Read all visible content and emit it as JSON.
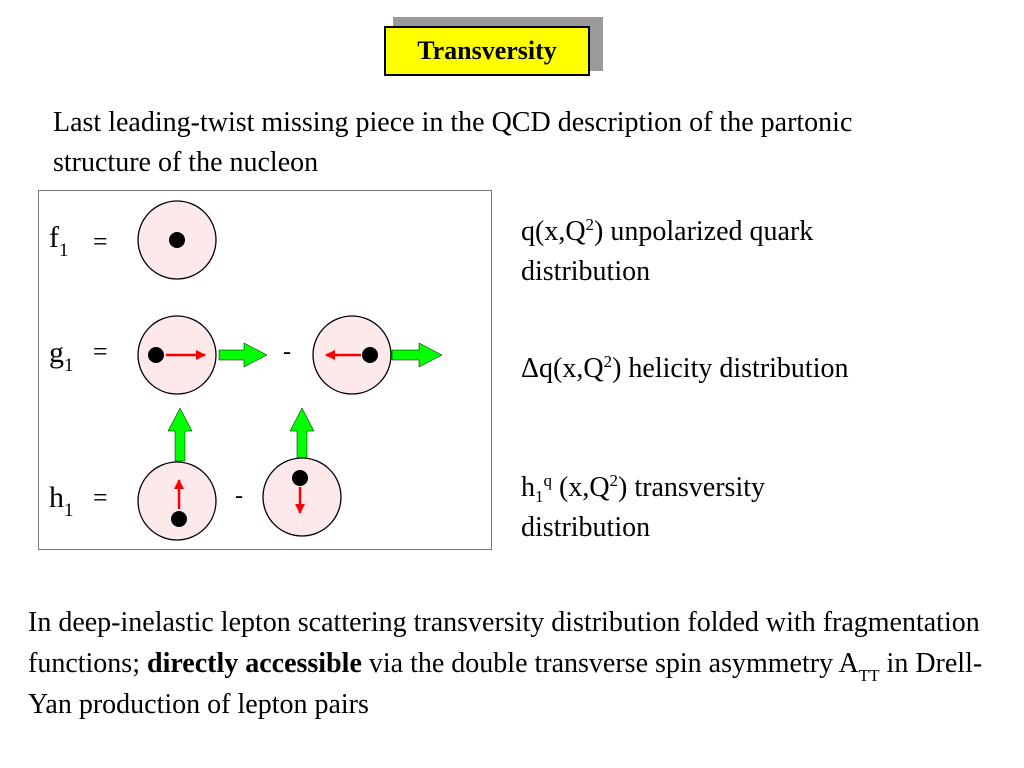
{
  "title": "Transversity",
  "intro": "Last leading-twist missing piece in the QCD description of the partonic structure of the nucleon",
  "diagram": {
    "labels": {
      "f_main": "f",
      "f_sub": "1",
      "g_main": "g",
      "g_sub": "1",
      "h_main": "h",
      "h_sub": "1"
    },
    "equals": "=",
    "minus": "-",
    "colors": {
      "circle_fill": "#fde8ea",
      "quark": "#000000",
      "spin_arrow": "#ff0000",
      "nucleon_arrow": "#00ff00"
    }
  },
  "descriptions": {
    "q": {
      "pre": "q(x,Q",
      "sup": "2",
      "post": ") unpolarized quark distribution"
    },
    "dq": {
      "pre": "Δq(x,Q",
      "sup": "2",
      "post": ") helicity distribution"
    },
    "h": {
      "main": "h",
      "sub": "1",
      "sup_q": "q",
      "mid": " (x,Q",
      "sup": "2",
      "post": ") transversity distribution"
    }
  },
  "bottom": {
    "part1": "In deep-inelastic lepton scattering transversity distribution folded with fragmentation functions; ",
    "bold": "directly accessible",
    "part2": " via the double transverse spin asymmetry A",
    "sub": "TT",
    "part3": " in Drell-Yan production of lepton pairs"
  }
}
